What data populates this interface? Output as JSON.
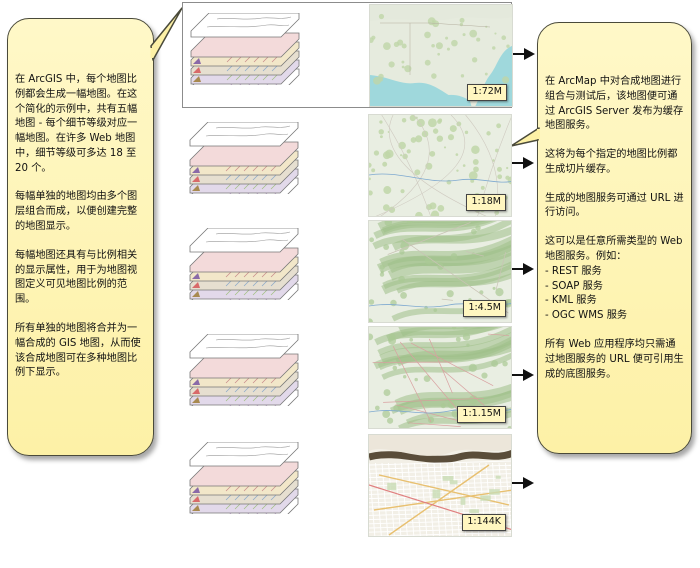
{
  "left_callout": {
    "paragraphs": [
      "在 ArcGIS 中，每个地图比例都会生成一幅地图。在这个简化的示例中，共有五幅地图 - 每个细节等级对应一幅地图。在许多 Web 地图中，细节等级可多达 18 至 20 个。",
      "每幅单独的地图均由多个图层组合而成，以便创建完整的地图显示。",
      "每幅地图还具有与比例相关的显示属性，用于为地图视图定义可见地图比例的范围。",
      "所有单独的地图将合并为一幅合成的 GIS 地图，从而使该合成地图可在多种地图比例下显示。"
    ]
  },
  "right_callout": {
    "paragraphs": [
      "在 ArcMap 中对合成地图进行组合与测试后，该地图便可通过 ArcGIS Server 发布为缓存地图服务。",
      "这将为每个指定的地图比例都生成切片缓存。",
      "生成的地图服务可通过 URL 进行访问。",
      "这可以是任意所需类型的 Web 地图服务。例如：\n- REST 服务\n- SOAP 服务\n- KML 服务\n- OGC WMS 服务",
      "所有 Web 应用程序均只需通过地图服务的 URL 便可引用生成的底图服务。"
    ]
  },
  "scales": [
    {
      "label": "1:72M",
      "style": "continental"
    },
    {
      "label": "1:18M",
      "style": "regional"
    },
    {
      "label": "1:4.5M",
      "style": "terrain"
    },
    {
      "label": "1:1.15M",
      "style": "terrain-roads"
    },
    {
      "label": "1:144K",
      "style": "city"
    }
  ],
  "colors": {
    "callout_fill": "#fdf1a6",
    "callout_border": "#4a4a3a",
    "ocean": "#9fd8dc",
    "land": "#e6ebde",
    "forest": "#bfd6a8",
    "river": "#5a4d3a"
  }
}
